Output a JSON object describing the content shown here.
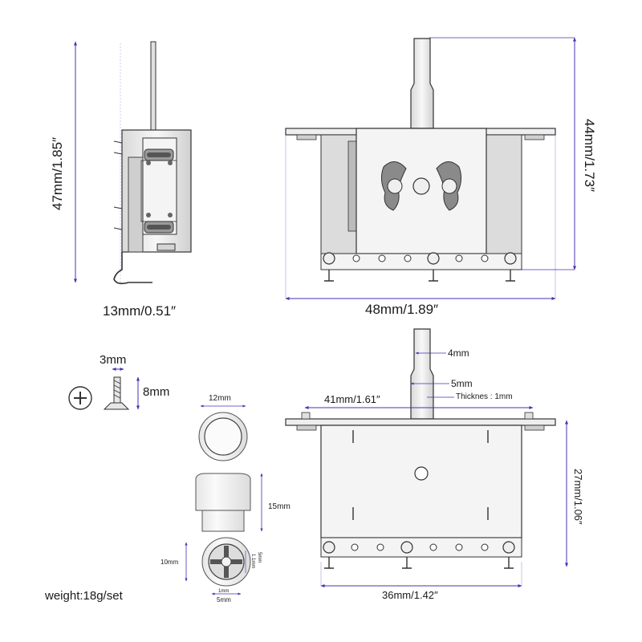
{
  "colors": {
    "dim_line": "#4b2fb0",
    "metal_face": "#f2f2f2",
    "metal_dark": "#6e6e6e",
    "outline": "#333333"
  },
  "side_view": {
    "height_label": "47mm/1.85″",
    "width_label": "13mm/0.51″"
  },
  "front_view": {
    "height_label": "44mm/1.73″",
    "width_label": "48mm/1.89″"
  },
  "screw": {
    "head_label": "3mm",
    "length_label": "8mm"
  },
  "knob": {
    "diameter_label": "12mm",
    "height_label": "15mm",
    "base_label": "10mm",
    "hole_height_label": "5mm",
    "hole_inner_label": "1.1mm",
    "slot_label": "1mm",
    "slot_width_label": "5mm"
  },
  "plate_view": {
    "lever_top_label": "4mm",
    "lever_mid_label": "5mm",
    "thickness_label": "Thicknes : 1mm",
    "span_label": "41mm/1.61″",
    "height_label": "27mm/1.06″",
    "width_label": "36mm/1.42″"
  },
  "weight_label": "weight:18g/set"
}
